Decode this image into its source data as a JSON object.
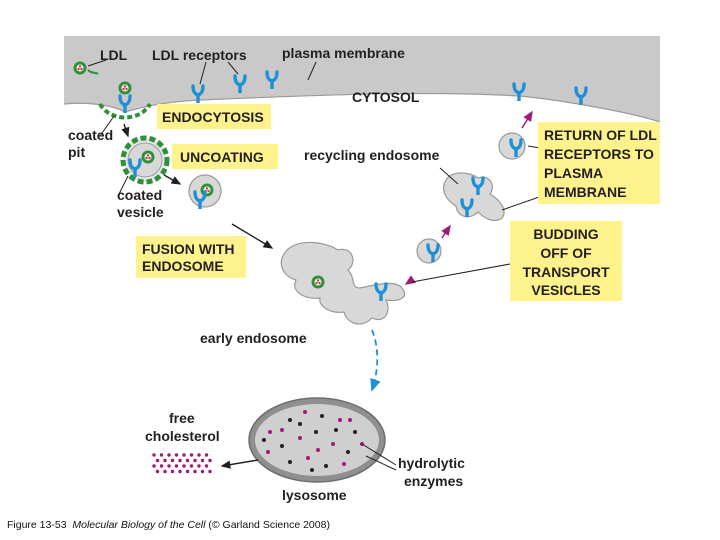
{
  "labels": {
    "ldl": "LDL",
    "ldl_receptors": "LDL receptors",
    "plasma_membrane": "plasma membrane",
    "cytosol": "CYTOSOL",
    "coated_pit_1": "coated",
    "coated_pit_2": "pit",
    "coated_vesicle_1": "coated",
    "coated_vesicle_2": "vesicle",
    "recycling_endosome": "recycling endosome",
    "early_endosome": "early endosome",
    "free_cholesterol_1": "free",
    "free_cholesterol_2": "cholesterol",
    "hydrolytic_enzymes_1": "hydrolytic",
    "hydrolytic_enzymes_2": "enzymes",
    "lysosome": "lysosome"
  },
  "boxes": {
    "endocytosis": "ENDOCYTOSIS",
    "uncoating": "UNCOATING",
    "fusion_1": "FUSION WITH",
    "fusion_2": "ENDOSOME",
    "return_1": "RETURN OF LDL",
    "return_2": "RECEPTORS TO",
    "return_3": "PLASMA",
    "return_4": "MEMBRANE",
    "budding_1": "BUDDING",
    "budding_2": "OFF OF",
    "budding_3": "TRANSPORT",
    "budding_4": "VESICLES"
  },
  "caption": {
    "prefix": "Figure 13-53",
    "book": "Molecular Biology of the Cell",
    "suffix": "(© Garland Science 2008)"
  },
  "colors": {
    "membrane": "#c9c9c9",
    "receptor": "#1e90d6",
    "coat": "#2f8f3a",
    "ldl_core": "#c0392b",
    "label_box": "#fdf28c",
    "cholesterol": "#a0197a"
  }
}
